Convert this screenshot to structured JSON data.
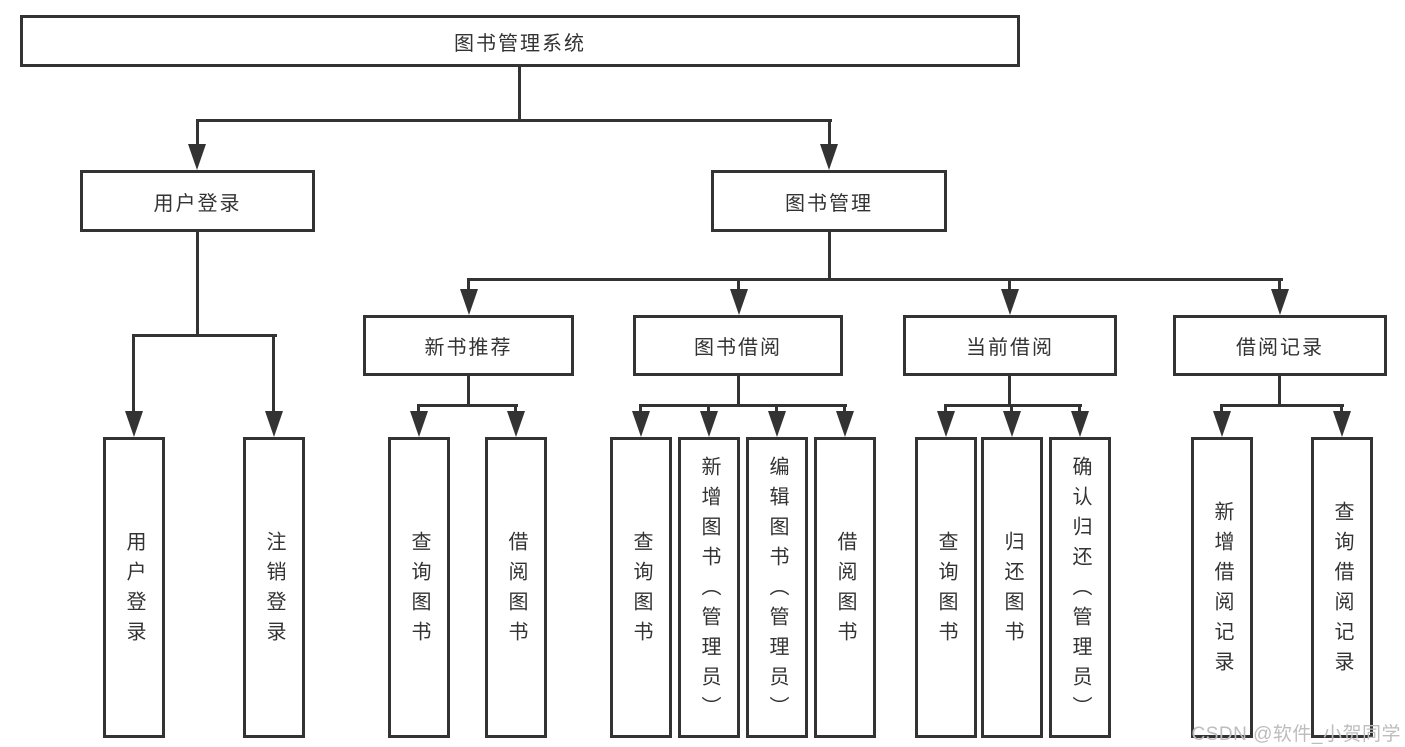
{
  "colors": {
    "line": "#333333",
    "text": "#333333",
    "background": "#ffffff",
    "watermark": "#bdbdbd"
  },
  "watermark": "CSDN @软件_小贺同学",
  "tree": {
    "root": {
      "label": "图书管理系统"
    },
    "branches": [
      {
        "label": "用户登录",
        "children": [
          {
            "label": "用户登录"
          },
          {
            "label": "注销登录"
          }
        ]
      },
      {
        "label": "图书管理",
        "sections": [
          {
            "label": "新书推荐",
            "children": [
              {
                "label": "查询图书"
              },
              {
                "label": "借阅图书"
              }
            ]
          },
          {
            "label": "图书借阅",
            "children": [
              {
                "label": "查询图书"
              },
              {
                "label": "新增图书（管理员）"
              },
              {
                "label": "编辑图书（管理员）"
              },
              {
                "label": "借阅图书"
              }
            ]
          },
          {
            "label": "当前借阅",
            "children": [
              {
                "label": "查询图书"
              },
              {
                "label": "归还图书"
              },
              {
                "label": "确认归还（管理员）"
              }
            ]
          },
          {
            "label": "借阅记录",
            "children": [
              {
                "label": "新增借阅记录"
              },
              {
                "label": "查询借阅记录"
              }
            ]
          }
        ]
      }
    ]
  }
}
